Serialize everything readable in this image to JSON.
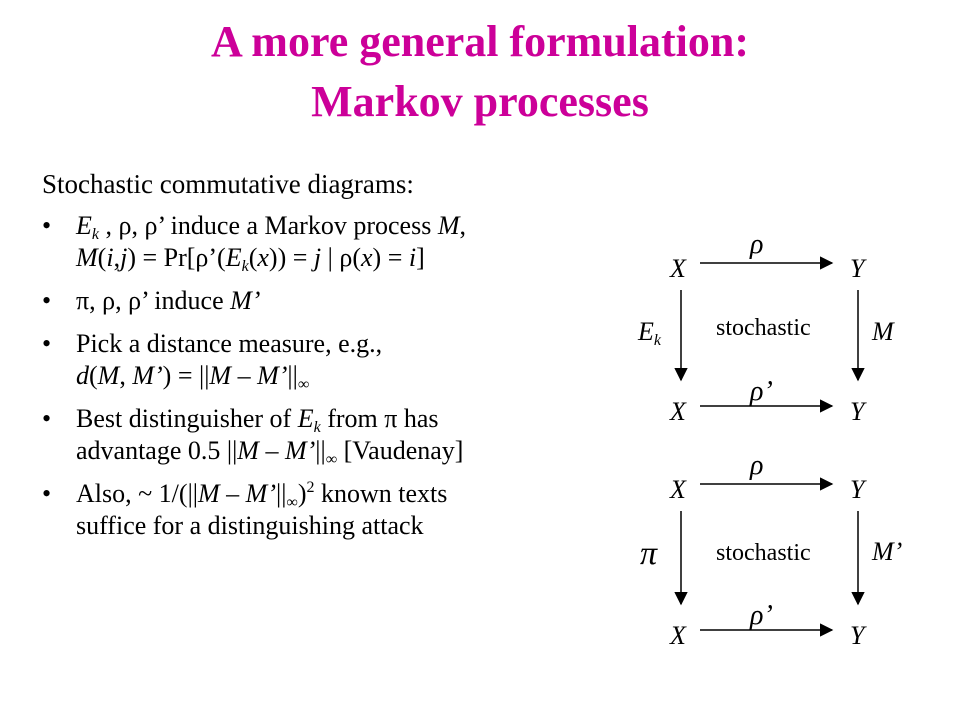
{
  "title": {
    "line1": "A more general formulation:",
    "line2": "Markov processes"
  },
  "intro": "Stochastic commutative diagrams:",
  "bullet_symbol": "•",
  "bullets": [
    {
      "line1_a": "E",
      "line1_sub": "k",
      "line1_b": " , ρ, ρ’ induce a Markov process ",
      "line1_m": "M",
      "line1_c": ",",
      "line2_a": "M",
      "line2_b": "(",
      "line2_i": "i",
      "line2_comma": ",",
      "line2_j": "j",
      "line2_c": ") = Pr[ρ’(",
      "line2_e": "E",
      "line2_sub": "k",
      "line2_d": "(",
      "line2_x": "x",
      "line2_f": ")) = ",
      "line2_jj": "j",
      "line2_g": " | ρ(",
      "line2_x2": "x",
      "line2_h": ") = ",
      "line2_ii": "i",
      "line2_end": "]"
    },
    {
      "line1_a": "π, ρ, ρ’ induce ",
      "line1_m": "M’"
    },
    {
      "line1": "Pick a distance measure, e.g.,",
      "line2_a": "d",
      "line2_b": "(",
      "line2_m": "M",
      "line2_c": ", ",
      "line2_m2": "M’",
      "line2_d": ") = ||",
      "line2_m3": "M",
      "line2_e": " – ",
      "line2_m4": "M’",
      "line2_f": "||",
      "line2_sub": "∞"
    },
    {
      "line1_a": "Best distinguisher of ",
      "line1_e": "E",
      "line1_sub": "k",
      "line1_b": " from π  has",
      "line2_a": "advantage 0.5 ||",
      "line2_m": "M",
      "line2_b": " – ",
      "line2_m2": "M’",
      "line2_c": "||",
      "line2_sub": "∞",
      "line2_d": "  [Vaudenay]"
    },
    {
      "line1_a": "Also, ~ 1/(||",
      "line1_m": "M",
      "line1_b": " – ",
      "line1_m2": "M’",
      "line1_c": "||",
      "line1_sub": "∞",
      "line1_d": ")",
      "line1_sup": "2",
      "line1_e": " known texts",
      "line2": "suffice for a distinguishing attack"
    }
  ],
  "diagram_top": {
    "tl": "X",
    "tr": "Y",
    "bl": "X",
    "br": "Y",
    "top_arrow": "ρ",
    "bottom_arrow": "ρ’",
    "left_arrow": "E",
    "left_sub": "k",
    "right_arrow": "M",
    "center": "stochastic"
  },
  "diagram_bottom": {
    "tl": "X",
    "tr": "Y",
    "bl": "X",
    "br": "Y",
    "top_arrow": "ρ",
    "bottom_arrow": "ρ’",
    "left_arrow": "π",
    "right_arrow": "M’",
    "center": "stochastic"
  },
  "colors": {
    "title": "#cc0099",
    "text": "#000000"
  }
}
